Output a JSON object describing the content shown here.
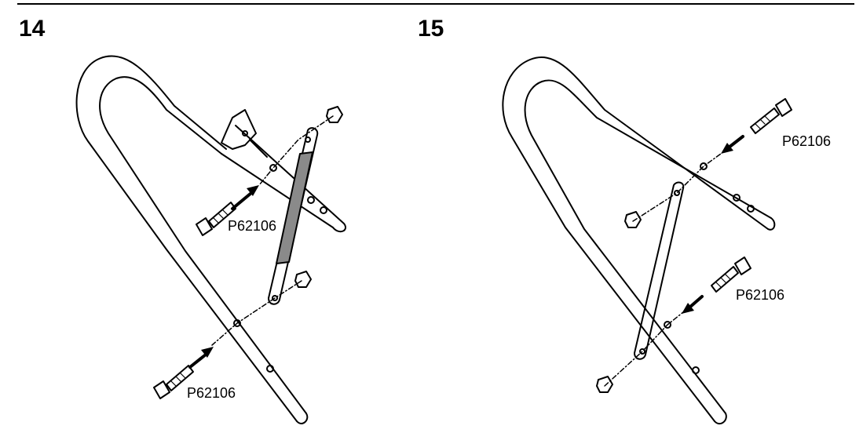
{
  "steps": [
    {
      "number": "14",
      "part_labels": [
        "P62106",
        "P62106"
      ]
    },
    {
      "number": "15",
      "part_labels": [
        "P62106",
        "P62106"
      ]
    }
  ],
  "colors": {
    "line": "#000000",
    "decal_fill": "#8a8a8a",
    "background": "#ffffff"
  }
}
